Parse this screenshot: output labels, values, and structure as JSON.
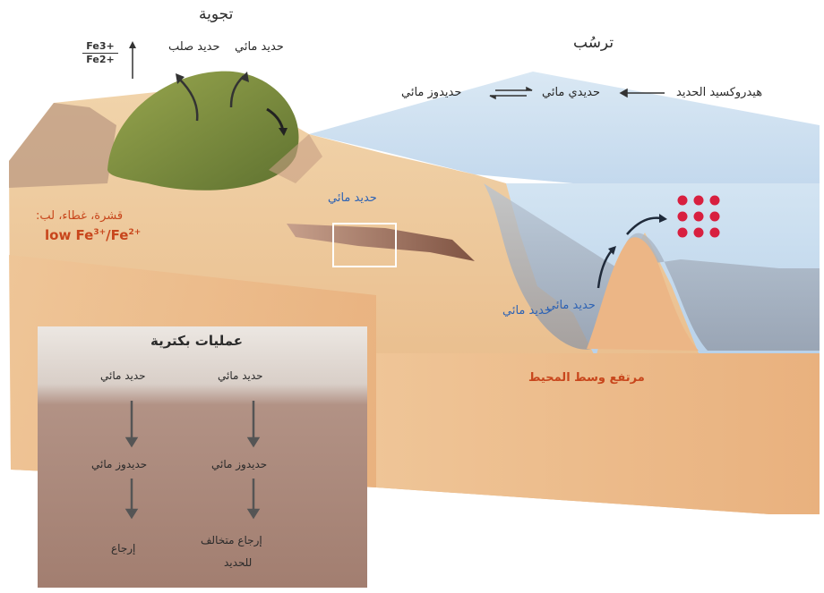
{
  "title_weathering": "تجوية",
  "title_deposition": "ترسُب",
  "weathering": {
    "solid_iron": "حديد صلب",
    "aqueous_iron": "حديد مائي",
    "fraction_num": "Fe3+",
    "fraction_den": "Fe2+"
  },
  "deposition_chain": {
    "item1": "هيدروكسيد الحديد",
    "item2": "حديدي مائي",
    "item3": "حديدوز مائي"
  },
  "crust": {
    "line1": "قشرة، غطاء، لب:",
    "line2_prefix": "low Fe",
    "line2_sup1": "3+",
    "line2_mid": "/Fe",
    "line2_sup2": "2+"
  },
  "aqueous_iron_blue": "حديد مائي",
  "ridge": {
    "aqueous_left": "حديد مائي",
    "aqueous_right": "حديد مائي",
    "name": "مرتفع وسط المحيط"
  },
  "bacteria_box": {
    "title": "عمليات بكترية",
    "col_right": {
      "top": "حديد مائي",
      "mid": "حديدوز مائي",
      "bottom1": "إرجاع متخالف",
      "bottom2": "للحديد"
    },
    "col_left": {
      "top": "حديد مائي",
      "mid": "حديدوز مائي",
      "bottom": "إرجاع"
    }
  },
  "colors": {
    "sand": "#ecc79a",
    "sand_dark": "#d49f6c",
    "hill_green": "#7f8f3e",
    "ocean": "#c8dcee",
    "ocean_deep": "#9fa9b7",
    "sediment": "#8f6650",
    "particle": "#d81f3f",
    "box_bg": "#a9877a"
  }
}
